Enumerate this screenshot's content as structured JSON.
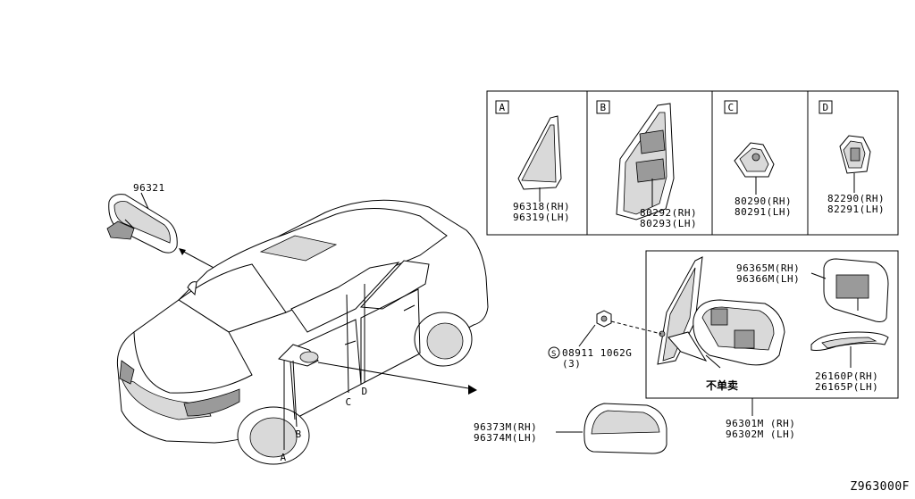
{
  "diagram_code": "Z963000F",
  "boxes": {
    "A": {
      "letter": "A",
      "label_rh": "96318(RH)",
      "label_lh": "96319(LH)"
    },
    "B": {
      "letter": "B",
      "label_rh": "80292(RH)",
      "label_lh": "80293(LH)"
    },
    "C": {
      "letter": "C",
      "label_rh": "80290(RH)",
      "label_lh": "80291(LH)"
    },
    "D": {
      "letter": "D",
      "label_rh": "82290(RH)",
      "label_lh": "82291(LH)"
    }
  },
  "parts": {
    "inner_mirror": "96321",
    "glass_rh": "96365M(RH)",
    "glass_lh": "96366M(LH)",
    "turn_lamp_rh": "26160P(RH)",
    "turn_lamp_lh": "26165P(LH)",
    "screw_symbol": "S",
    "screw": "08911 1062G",
    "screw_qty": "(3)",
    "not_sold": "不单卖",
    "mirror_assy_rh": "96301M (RH)",
    "mirror_assy_lh": "96302M (LH)",
    "cover_rh": "96373M(RH)",
    "cover_lh": "96374M(LH)"
  },
  "callouts": {
    "A": "A",
    "B": "B",
    "C": "C",
    "D": "D"
  }
}
